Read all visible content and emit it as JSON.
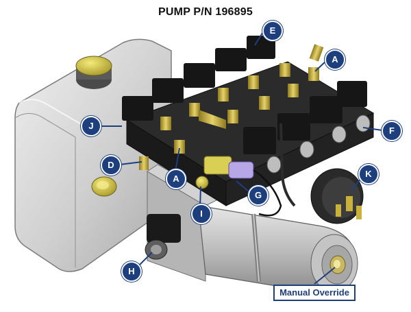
{
  "title": "PUMP P/N 196895",
  "override_label": "Manual Override",
  "callouts": {
    "E": "E",
    "A_top": "A",
    "J": "J",
    "F": "F",
    "D": "D",
    "A_left": "A",
    "K": "K",
    "G": "G",
    "I": "I",
    "H": "H"
  },
  "colors": {
    "callout": "#1e3f7e",
    "brass": "#c9b13a",
    "tank": "#d6d6d6",
    "valve_body": "#1b1b1b",
    "solenoid_cap": "#b8a7e6"
  }
}
